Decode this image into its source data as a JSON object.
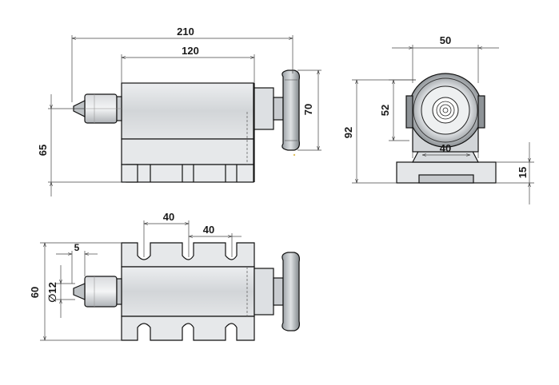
{
  "colors": {
    "body_fill": "#d6d9dc",
    "body_light": "#e8eaec",
    "body_dark": "#a9adb1",
    "handwheel": "#7d8286",
    "line": "#111111"
  },
  "front_view": {
    "dims": {
      "overall_length": "210",
      "body_length": "120",
      "handwheel_height": "70",
      "center_height": "65"
    }
  },
  "side_view": {
    "dims": {
      "body_width": "50",
      "center_offset": "52",
      "overall_height": "92",
      "base_slot": "40",
      "base_height": "15"
    }
  },
  "top_view": {
    "dims": {
      "slot_pitch_1": "40",
      "slot_pitch_2": "40",
      "chuck_offset": "5",
      "body_width": "60",
      "spindle_diameter": "∅12"
    }
  }
}
